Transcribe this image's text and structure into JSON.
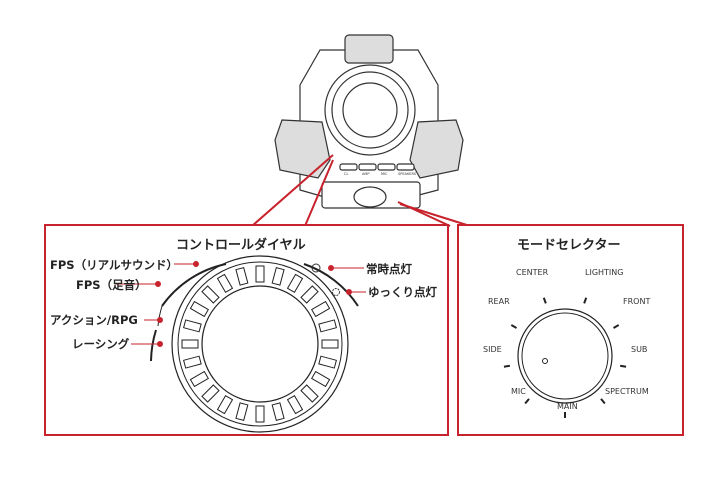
{
  "device": {
    "buttons": [
      "CL",
      "AMP",
      "MIC",
      "SPEAKERS"
    ]
  },
  "control_dial": {
    "title": "コントロールダイヤル",
    "left_labels": [
      "FPS（リアルサウンド）",
      "FPS（足音）",
      "アクション/RPG",
      "レーシング"
    ],
    "right_labels": [
      "常時点灯",
      "ゆっくり点灯"
    ]
  },
  "mode_selector": {
    "title": "モードセレクター",
    "positions": [
      "CENTER",
      "LIGHTING",
      "FRONT",
      "SUB",
      "SPECTRUM",
      "MAIN",
      "MIC",
      "SIDE",
      "REAR"
    ]
  },
  "colors": {
    "accent": "#c8232c"
  }
}
